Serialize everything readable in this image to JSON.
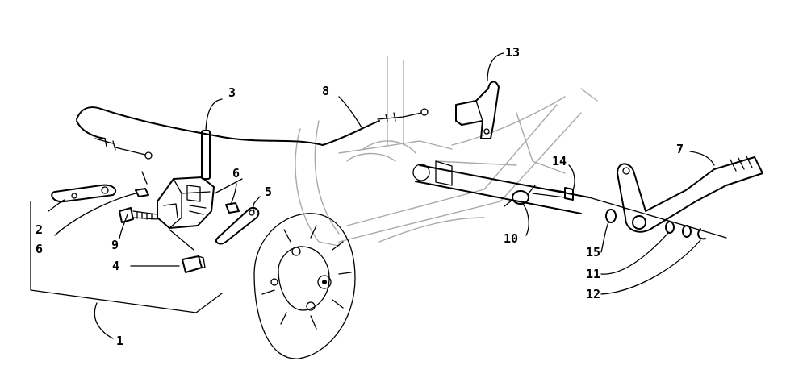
{
  "callouts": [
    {
      "id": "c1",
      "number": "1"
    },
    {
      "id": "c2",
      "number": "2"
    },
    {
      "id": "c3",
      "number": "3"
    },
    {
      "id": "c4",
      "number": "4"
    },
    {
      "id": "c5",
      "number": "5"
    },
    {
      "id": "c6a",
      "number": "6"
    },
    {
      "id": "c6b",
      "number": "6"
    },
    {
      "id": "c7",
      "number": "7"
    },
    {
      "id": "c8",
      "number": "8"
    },
    {
      "id": "c9",
      "number": "9"
    },
    {
      "id": "c10",
      "number": "10"
    },
    {
      "id": "c11",
      "number": "11"
    },
    {
      "id": "c12",
      "number": "12"
    },
    {
      "id": "c13",
      "number": "13"
    },
    {
      "id": "c14",
      "number": "14"
    },
    {
      "id": "c15",
      "number": "15"
    }
  ]
}
